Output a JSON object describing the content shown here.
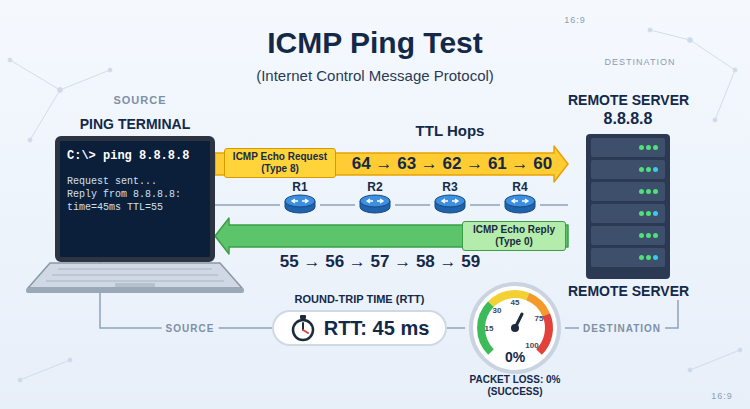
{
  "diagram": {
    "title": "ICMP Ping Test",
    "nodes": [
      {
        "text": [
          "PING TERMINAL",
          "C:\\> ping 8.8.8.8",
          "Request sent...",
          "Reply from 8.8.8.8: time=45ms TTL=55"
        ]
      },
      {
        "text": [
          "R1"
        ]
      },
      {
        "text": [
          "R2"
        ]
      },
      {
        "text": [
          "R3"
        ]
      },
      {
        "text": [
          "R4"
        ]
      },
      {
        "text": [
          "REMOTE SERVER",
          "8.8.8.8",
          "REMOTE SERVER"
        ]
      },
      {
        "text": [
          "ROUND-TRIP TIME (RTT)",
          "RTT: 45 ms"
        ]
      },
      {
        "text": [
          "0%",
          "PACKET LOSS: 0% (SUCCESS)"
        ]
      }
    ],
    "edges": [
      {
        "from": 0,
        "to": 1,
        "arrow": "none"
      },
      {
        "from": 1,
        "to": 2,
        "arrow": "none"
      },
      {
        "from": 2,
        "to": 3,
        "arrow": "none"
      },
      {
        "from": 3,
        "to": 4,
        "arrow": "none"
      },
      {
        "from": 4,
        "to": 5,
        "arrow": "none"
      },
      {
        "from": 0,
        "to": 5,
        "label": "ICMP Echo Request (Type 8)",
        "arrow": "to"
      },
      {
        "from": 5,
        "to": 0,
        "label": "ICMP Echo Reply (Type 0)",
        "arrow": "to"
      },
      {
        "from": 0,
        "to": 6,
        "label": "SOURCE",
        "arrow": "none"
      },
      {
        "from": 6,
        "to": 7,
        "arrow": "none"
      },
      {
        "from": 7,
        "to": 5,
        "label": "DESTINATION",
        "arrow": "none"
      }
    ],
    "labels": [
      "(Internet Control Message Protocol)",
      "SOURCE",
      "TTL Hops",
      "64 → 63 → 62 → 61 → 60",
      "55 → 56 → 57 → 58 → 59",
      "DESTINATION",
      "16:9",
      "15",
      "30",
      "45",
      "75",
      "100",
      "16:9"
    ]
  }
}
